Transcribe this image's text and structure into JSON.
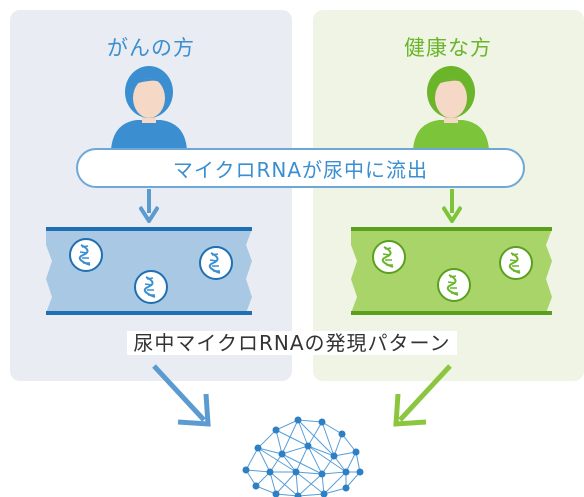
{
  "panels": {
    "left": {
      "title": "がんの方",
      "color": "#3b8fd0"
    },
    "right": {
      "title": "健康な方",
      "color": "#6ab52a"
    }
  },
  "banner": {
    "text": "マイクロRNAが尿中に流出"
  },
  "caption": {
    "text": "尿中マイクロRNAの発現パターン"
  },
  "colors": {
    "blue_accent": "#3b8fd0",
    "green_accent": "#6ab52a",
    "left_bg": "#e9edf3",
    "right_bg": "#eff4e4",
    "vessel_blue": "#a9c8e4",
    "vessel_green": "#a9d46a"
  },
  "icons": {
    "person_left": "person-icon",
    "person_right": "person-icon",
    "rna": "rna-helix-icon",
    "ai": "neural-network-icon"
  }
}
